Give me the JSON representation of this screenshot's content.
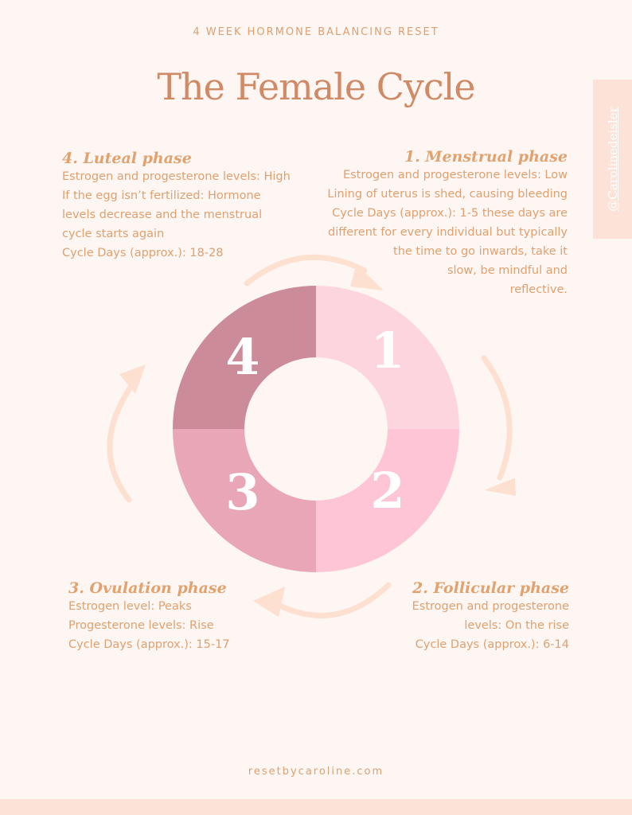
{
  "header": {
    "subtitle": "4 WEEK HORMONE BALANCING RESET",
    "title": "The Female Cycle"
  },
  "social_handle": "@Carolinedeisler",
  "phases": [
    {
      "number": "1",
      "title": "1. Menstrual phase",
      "text": "Estrogen and progesterone levels: Low\nLining of uterus is shed, causing bleeding\nCycle Days (approx.): 1-5      these days are\ndifferent for every individual but typically\nthe time to go inwards, take it\nslow, be mindful and\nreflective."
    },
    {
      "number": "2",
      "title": "2. Follicular phase",
      "text": "Estrogen and progesterone\nlevels: On the rise\nCycle Days (approx.): 6-14"
    },
    {
      "number": "3",
      "title": "3. Ovulation phase",
      "text": "Estrogen level: Peaks\nProgesterone levels: Rise\nCycle Days (approx.): 15-17"
    },
    {
      "number": "4",
      "title": "4. Luteal phase",
      "text": "Estrogen and progesterone levels: High\nIf the egg isn’t fertilized: Hormone\nlevels decrease and the menstrual\ncycle starts again\nCycle Days (approx.): 18-28"
    }
  ],
  "colors": {
    "q1": "#fdd5df",
    "q2": "#fdc5d6",
    "q3": "#e8a6b7",
    "q4": "#cc8b99",
    "arrow": "#fde0d0"
  },
  "footer": "resetbycaroline.com"
}
